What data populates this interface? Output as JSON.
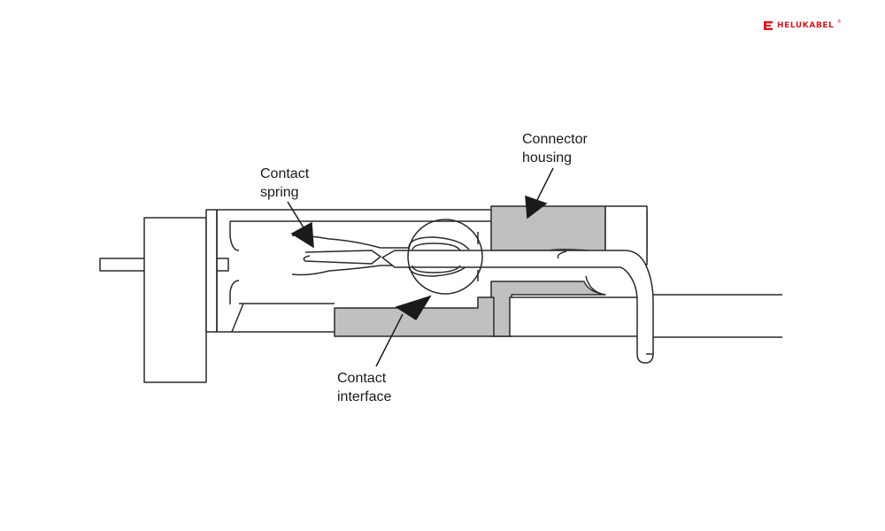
{
  "brand": {
    "name": "HELUKABEL",
    "reg": "®",
    "color": "#d71920"
  },
  "diagram": {
    "labels": {
      "connector_housing": [
        "Connector",
        "housing"
      ],
      "contact_spring": [
        "Contact",
        "spring"
      ],
      "contact_interface": [
        "Contact",
        "interface"
      ]
    },
    "colors": {
      "housing_fill": "#c0c0c0",
      "line": "#2a2a2a",
      "background": "#ffffff"
    }
  }
}
